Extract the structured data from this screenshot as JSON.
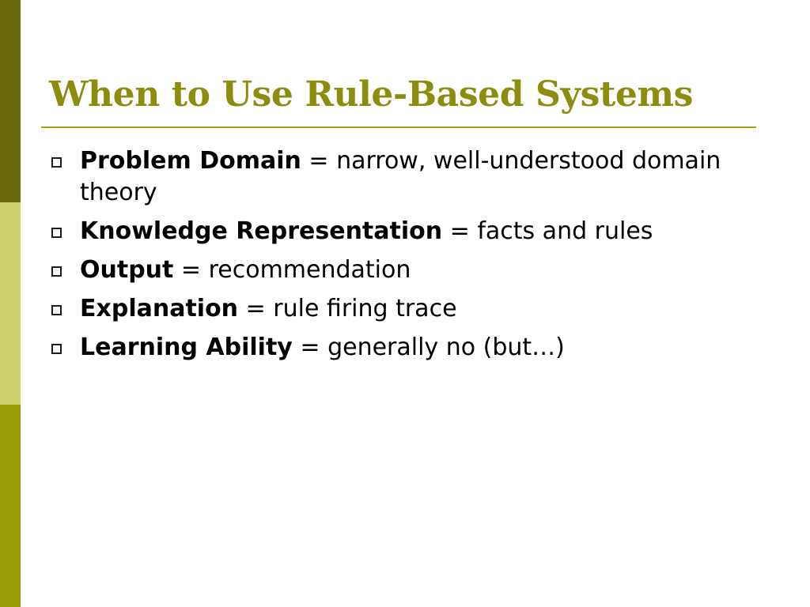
{
  "slide": {
    "title": "When to Use Rule-Based Systems",
    "bullets": [
      {
        "term": "Problem Domain",
        "rest": " = narrow, well-understood domain theory"
      },
      {
        "term": "Knowledge Representation",
        "rest": " = facts and rules"
      },
      {
        "term": "Output",
        "rest": " = recommendation"
      },
      {
        "term": "Explanation",
        "rest": " = rule firing trace"
      },
      {
        "term": "Learning Ability",
        "rest": " = generally no (but…)"
      }
    ]
  },
  "theme": {
    "title_color": "#8c8c0f",
    "rule_color": "#a3a01e",
    "bullet_marker_color": "#1e1e1e",
    "bar_colors": [
      "#6b6a0b",
      "#cccf6b",
      "#9c9c08"
    ]
  }
}
